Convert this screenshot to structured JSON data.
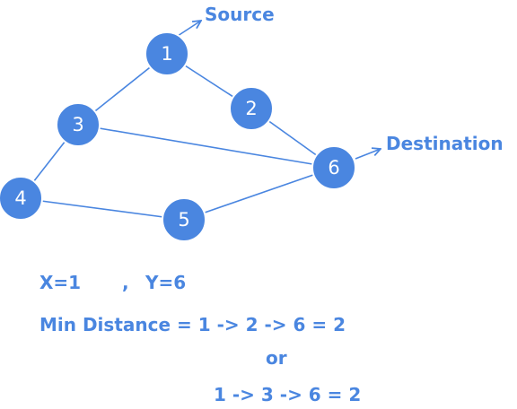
{
  "graph": {
    "nodes": [
      {
        "id": "1",
        "label": "1"
      },
      {
        "id": "2",
        "label": "2"
      },
      {
        "id": "3",
        "label": "3"
      },
      {
        "id": "4",
        "label": "4"
      },
      {
        "id": "5",
        "label": "5"
      },
      {
        "id": "6",
        "label": "6"
      }
    ],
    "edges": [
      {
        "from": "1",
        "to": "2"
      },
      {
        "from": "1",
        "to": "3"
      },
      {
        "from": "2",
        "to": "6"
      },
      {
        "from": "3",
        "to": "6"
      },
      {
        "from": "3",
        "to": "4"
      },
      {
        "from": "4",
        "to": "5"
      },
      {
        "from": "5",
        "to": "6"
      }
    ],
    "source_label": "Source",
    "destination_label": "Destination",
    "color": "#4a86e0"
  },
  "text": {
    "x_value": "X=1",
    "separator": ",",
    "y_value": "Y=6",
    "min_distance": "Min Distance = 1 -> 2 -> 6 = 2",
    "or": "or",
    "alternative": "1 -> 3 -> 6 = 2"
  }
}
